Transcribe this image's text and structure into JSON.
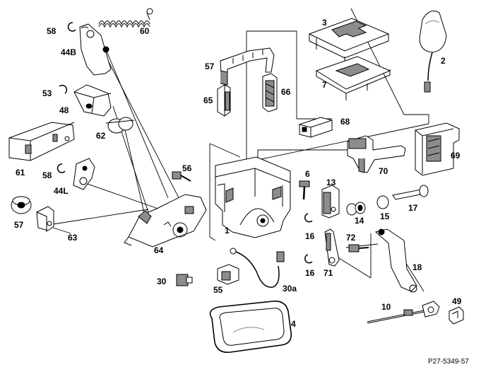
{
  "labels": [
    {
      "id": "60",
      "text": "60"
    },
    {
      "id": "58a",
      "text": "58"
    },
    {
      "id": "44b",
      "text": "44B"
    },
    {
      "id": "53",
      "text": "53"
    },
    {
      "id": "48",
      "text": "48"
    },
    {
      "id": "62",
      "text": "62"
    },
    {
      "id": "61",
      "text": "61"
    },
    {
      "id": "58b",
      "text": "58"
    },
    {
      "id": "44l",
      "text": "44L"
    },
    {
      "id": "57",
      "text": "57"
    },
    {
      "id": "63",
      "text": "63"
    },
    {
      "id": "64",
      "text": "64"
    },
    {
      "id": "56",
      "text": "56"
    },
    {
      "id": "57b",
      "text": "57"
    },
    {
      "id": "65",
      "text": "65"
    },
    {
      "id": "66",
      "text": "66"
    },
    {
      "id": "3",
      "text": "3"
    },
    {
      "id": "7",
      "text": "7"
    },
    {
      "id": "2",
      "text": "2"
    },
    {
      "id": "68",
      "text": "68"
    },
    {
      "id": "69",
      "text": "69"
    },
    {
      "id": "70",
      "text": "70"
    },
    {
      "id": "6",
      "text": "6"
    },
    {
      "id": "1",
      "text": "1"
    },
    {
      "id": "13",
      "text": "13"
    },
    {
      "id": "14",
      "text": "14"
    },
    {
      "id": "15",
      "text": "15"
    },
    {
      "id": "17",
      "text": "17"
    },
    {
      "id": "16a",
      "text": "16"
    },
    {
      "id": "16b",
      "text": "16"
    },
    {
      "id": "72",
      "text": "72"
    },
    {
      "id": "71",
      "text": "71"
    },
    {
      "id": "18",
      "text": "18"
    },
    {
      "id": "10",
      "text": "10"
    },
    {
      "id": "49",
      "text": "49"
    },
    {
      "id": "30",
      "text": "30"
    },
    {
      "id": "55",
      "text": "55"
    },
    {
      "id": "30a",
      "text": "30a"
    },
    {
      "id": "4",
      "text": "4"
    }
  ],
  "reference": "P27-5349-57",
  "colors": {
    "ink": "#000000",
    "shade": "#8c8c8c",
    "light": "#d9d9d9",
    "paper": "#ffffff"
  }
}
